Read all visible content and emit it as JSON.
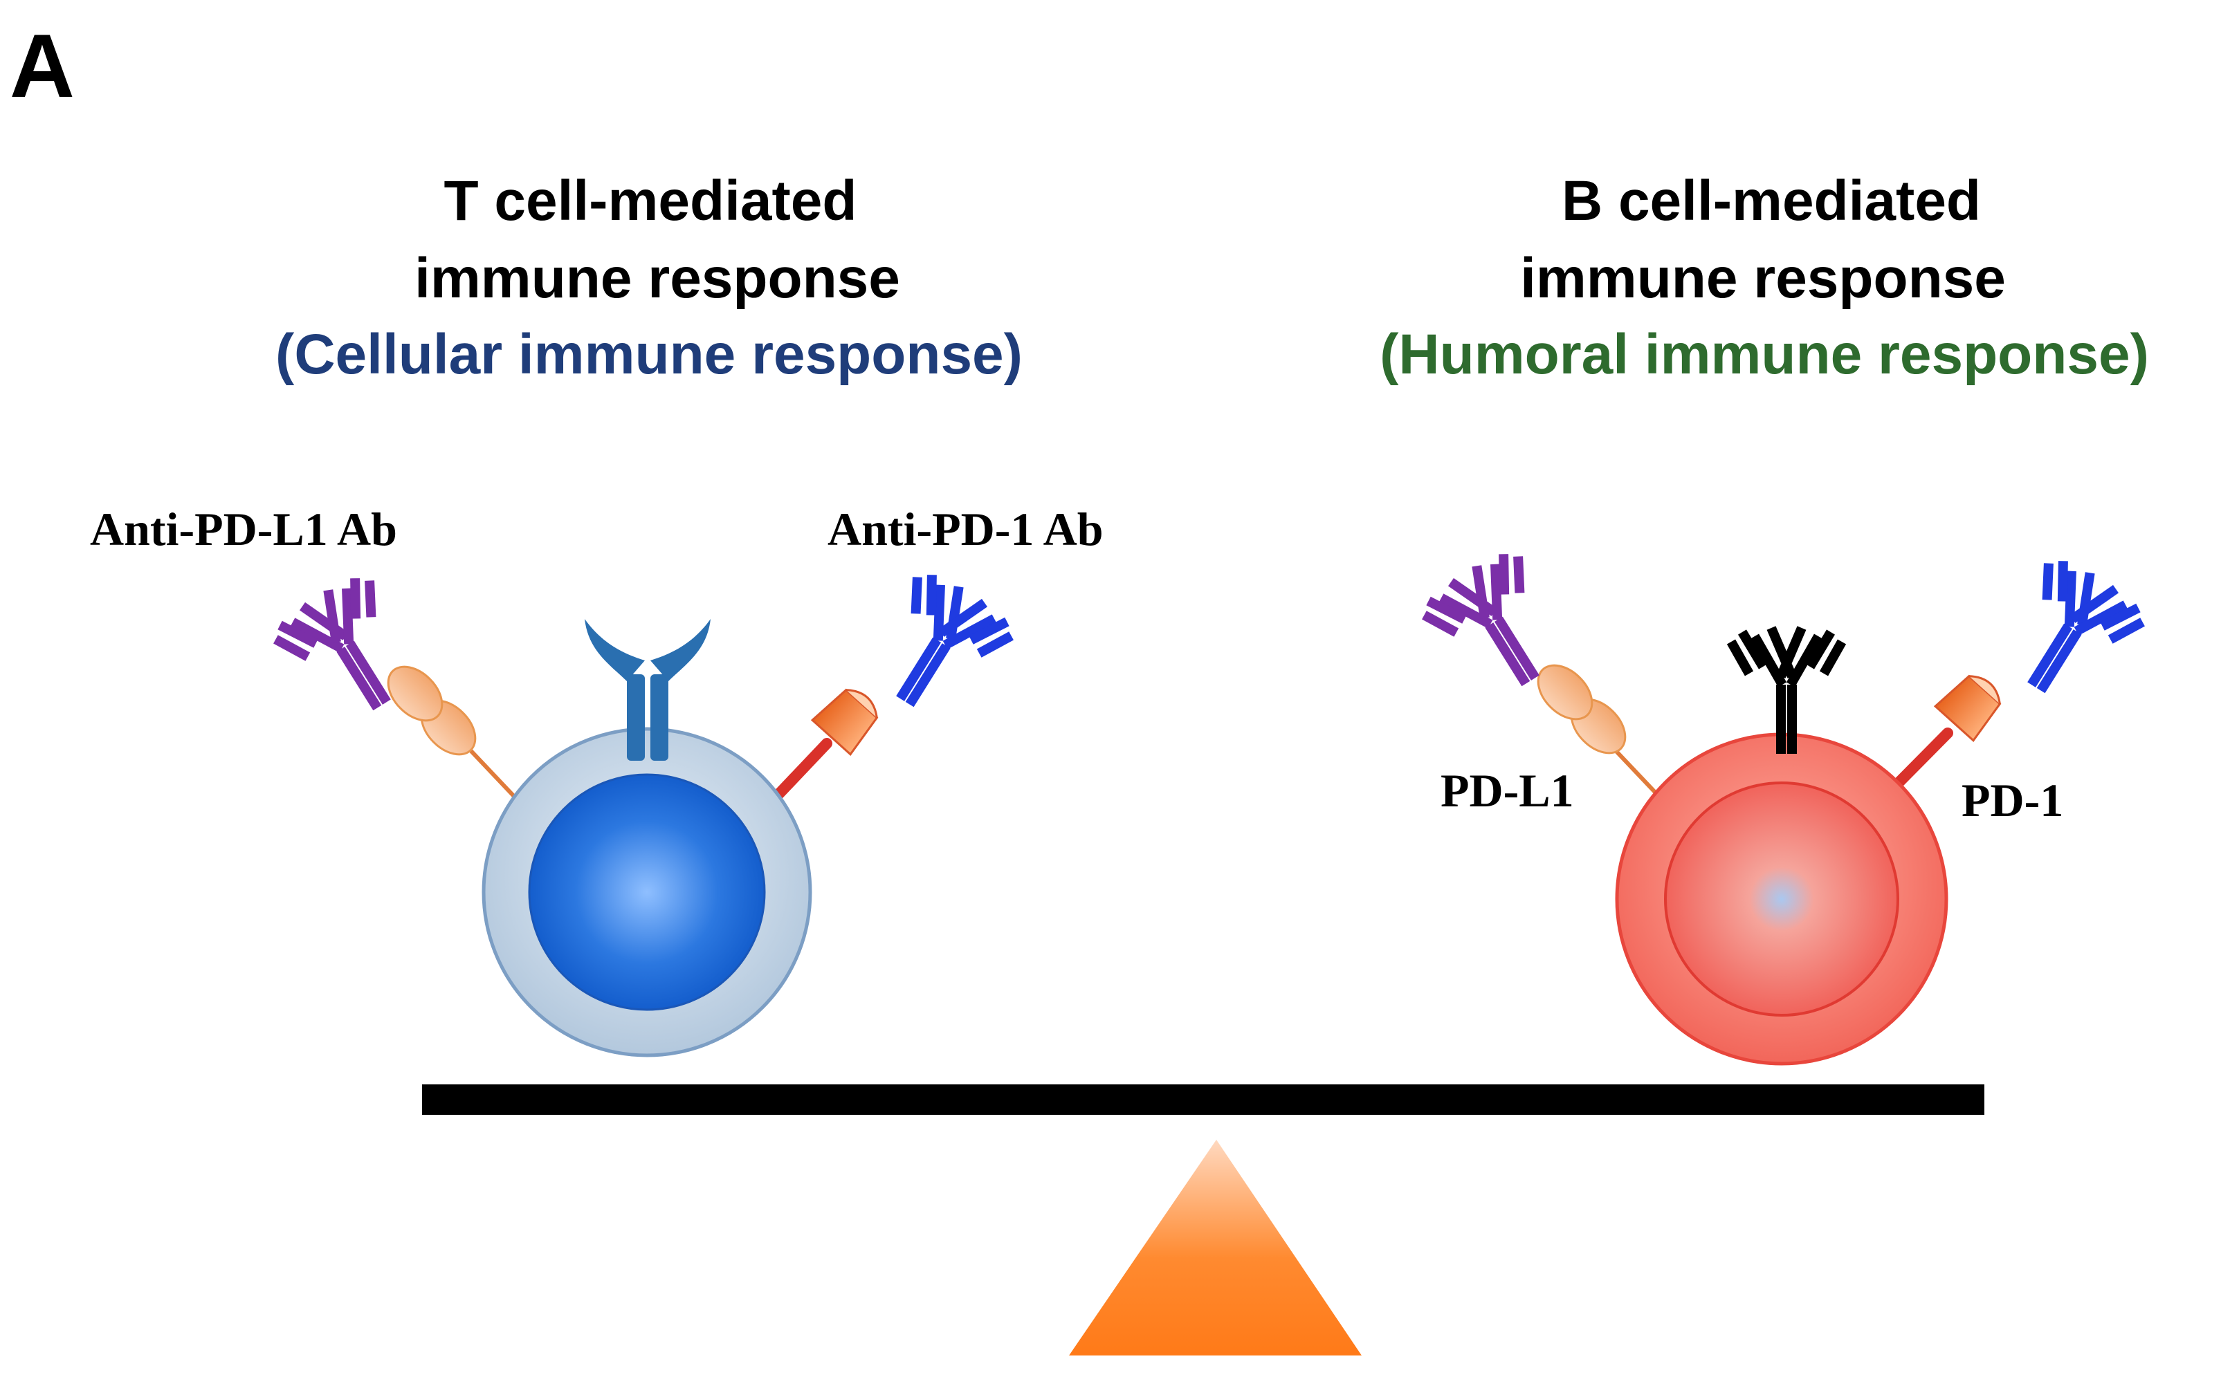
{
  "panel_label": "A",
  "left": {
    "title_line1": "T cell-mediated",
    "title_line2": "immune response",
    "subtitle": "(Cellular immune response)"
  },
  "right": {
    "title_line1": "B cell-mediated",
    "title_line2": "immune response",
    "subtitle": "(Humoral immune response)"
  },
  "labels": {
    "anti_pd_l1": "Anti-PD-L1 Ab",
    "anti_pd_1": "Anti-PD-1 Ab",
    "pd_l1": "PD-L1",
    "pd_1": "PD-1"
  },
  "colors": {
    "subtitle_left": "#1f3d7a",
    "subtitle_right": "#2e6b2e",
    "anti_pd_l1_antibody": "#7b2fa8",
    "anti_pd_1_antibody": "#1f3be0",
    "t_cell_receptor": "#2a6fb0",
    "b_cell_receptor": "#000000",
    "pd_l1_molecule": "#f2a66e",
    "pd_1_molecule": "#e8641e",
    "fulcrum": "#ff8426",
    "beam": "#000000"
  }
}
